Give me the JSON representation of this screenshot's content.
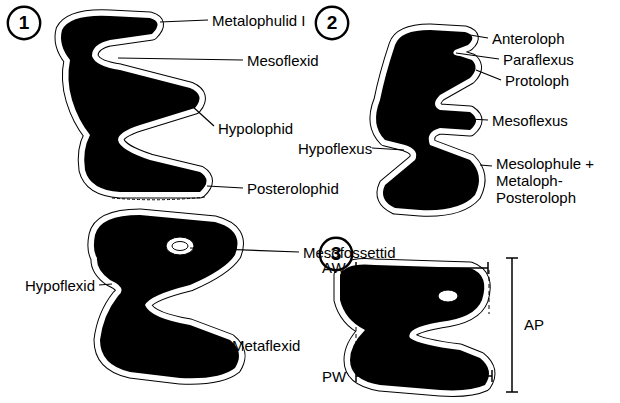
{
  "diagram": {
    "nodes": [
      {
        "text": [
          "1"
        ]
      },
      {
        "text": [
          "2"
        ]
      },
      {
        "text": [
          "3"
        ]
      }
    ],
    "labels": [
      "Metalophulid I",
      "Mesoflexid",
      "Hypolophid",
      "Posterolophid",
      "Mesofossettid",
      "Hypoflexid",
      "Metaflexid",
      "Anteroloph",
      "Paraflexus",
      "Protoloph",
      "Mesoflexus",
      "Hypoflexus",
      "Mesolophule + Metaloph- Posteroloph",
      "AW",
      "AP",
      "PW"
    ]
  }
}
